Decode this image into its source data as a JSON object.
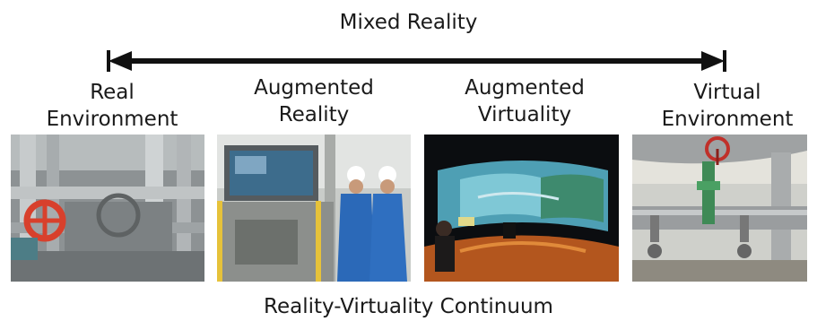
{
  "title": "Mixed Reality",
  "caption": "Reality-Virtuality Continuum",
  "stages": [
    {
      "label": "Real\nEnvironment",
      "image": "industrial-pipes-valve-photo"
    },
    {
      "label": "Augmented\nReality",
      "image": "workers-with-display-panel-photo"
    },
    {
      "label": "Augmented\nVirtuality",
      "image": "immersive-projection-room-photo"
    },
    {
      "label": "Virtual\nEnvironment",
      "image": "rendered-pipes-valve-photo"
    }
  ],
  "colors": {
    "text": "#1a1a1a",
    "arrow": "#111111",
    "valve_red": "#d8402c",
    "workwear_blue": "#2b69b8"
  }
}
